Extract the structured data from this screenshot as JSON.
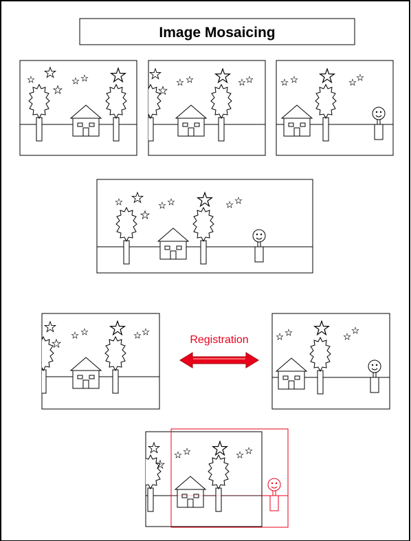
{
  "title": "Image Mosaicing",
  "registration_label": "Registration",
  "colors": {
    "ink": "#000000",
    "accent": "#e8001c",
    "arrow_dark": "#a00000",
    "background": "#ffffff"
  },
  "scene_elements": [
    "star-icon",
    "tree-icon",
    "house-icon",
    "smiley-person-icon",
    "ground-line"
  ],
  "panels": [
    "input-image-left",
    "input-image-middle",
    "input-image-right",
    "stitched-mosaic",
    "registration-source-image",
    "registration-target-image",
    "aligned-overlap-composite"
  ]
}
